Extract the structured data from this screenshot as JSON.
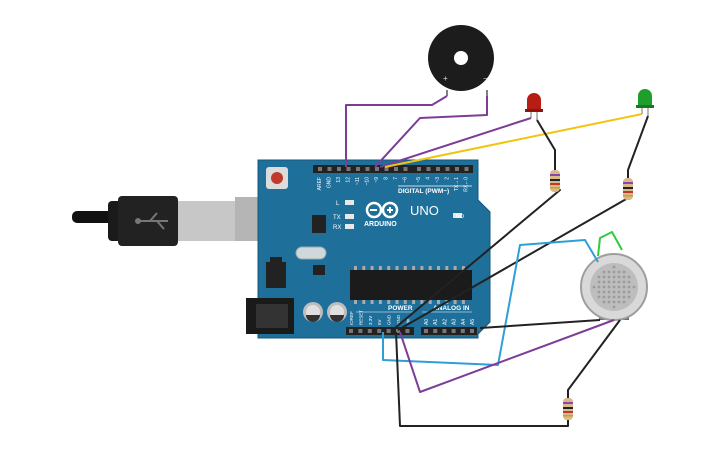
{
  "board": {
    "brand": "ARDUINO",
    "model": "UNO",
    "digital_label": "DIGITAL (PWM~)",
    "power_label": "POWER",
    "analog_label": "ANALOG IN",
    "on_label": "ON",
    "led_l": "L",
    "led_tx": "TX",
    "led_rx": "RX",
    "pins_top": [
      "AREF",
      "GND",
      "13",
      "12",
      "~11",
      "~10",
      "~9",
      "8",
      "7",
      "~6",
      "~5",
      "4",
      "~3",
      "2",
      "TX→1",
      "RX←0"
    ],
    "pins_power": [
      "IOREF",
      "RESET",
      "3.3V",
      "5V",
      "GND",
      "GND",
      "Vin"
    ],
    "pins_analog": [
      "A0",
      "A1",
      "A2",
      "A3",
      "A4",
      "A5"
    ]
  },
  "buzzer": {
    "plus": "+",
    "minus": "−"
  },
  "colors": {
    "board": "#1f6f9b",
    "wire_purple": "#7d3c98",
    "wire_yellow": "#f1c40f",
    "wire_blue": "#2e9fd6",
    "wire_black": "#222222",
    "wire_green": "#2ecc40",
    "led_red": "#b81d13",
    "led_green": "#1e9e2a"
  }
}
